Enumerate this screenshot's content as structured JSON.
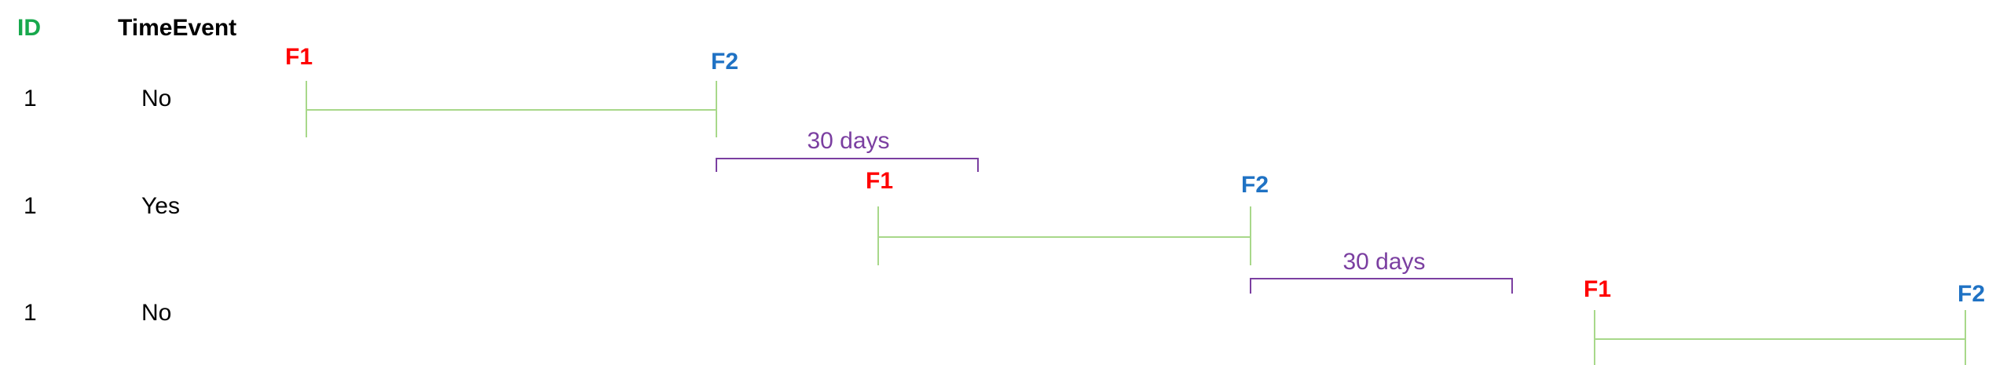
{
  "header": {
    "id_label": "ID",
    "time_event_label": "TimeEvent"
  },
  "rows": [
    {
      "id": "1",
      "time_event": "No"
    },
    {
      "id": "1",
      "time_event": "Yes"
    },
    {
      "id": "1",
      "time_event": "No"
    }
  ],
  "intervals": [
    {
      "start_label": "F1",
      "end_label": "F2"
    },
    {
      "start_label": "F1",
      "end_label": "F2"
    },
    {
      "start_label": "F1",
      "end_label": "F2"
    }
  ],
  "gaps": [
    {
      "label": "30 days"
    },
    {
      "label": "30 days"
    }
  ],
  "colors": {
    "id_header": "#17a84c",
    "text": "#000000",
    "start_marker": "#ff0000",
    "end_marker": "#1f72c4",
    "interval_line": "#a8d88a",
    "gap_bracket": "#7b3fa1"
  }
}
